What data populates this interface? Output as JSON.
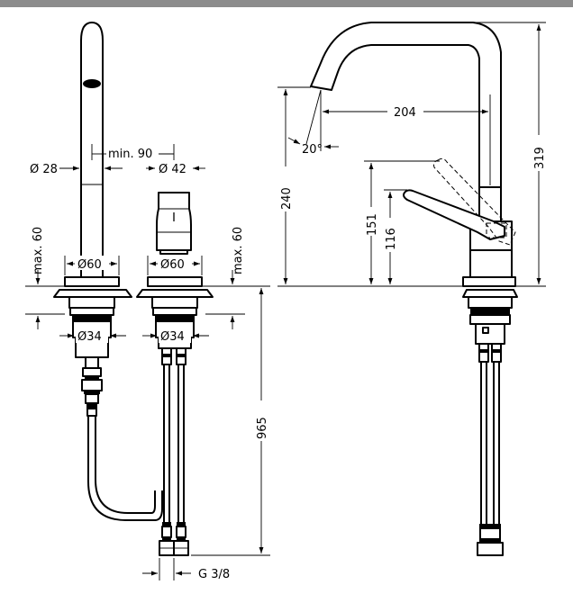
{
  "dimensions": {
    "d28": "Ø 28",
    "min90": "min. 90",
    "d42": "Ø 42",
    "max60_left": "max. 60",
    "max60_right": "max. 60",
    "d60_left": "Ø60",
    "d60_right": "Ø60",
    "d34_left": "Ø34",
    "d34_right": "Ø34",
    "h965": "965",
    "g38": "G 3/8",
    "r204": "204",
    "a20": "20°",
    "h240": "240",
    "h151": "151",
    "h116": "116",
    "h319": "319"
  },
  "colors": {
    "line": "#000000",
    "background": "#ffffff",
    "header_bar": "#8c8c8c"
  }
}
